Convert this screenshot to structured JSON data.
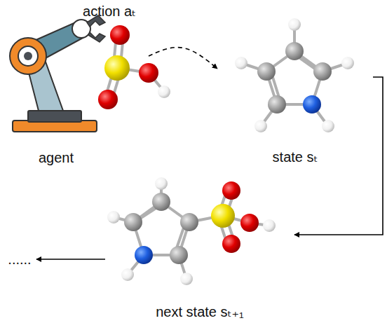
{
  "diagram": {
    "nodes": [
      {
        "text": [
          "action aₜ"
        ]
      },
      {
        "text": [
          "state sₜ"
        ]
      },
      {
        "text": [
          "next state sₜ₊₁"
        ]
      },
      {
        "text": [
          "......"
        ]
      }
    ],
    "edges": [
      {
        "from": 0,
        "to": 1,
        "arrow": "to"
      },
      {
        "from": 1,
        "to": 2,
        "arrow": "to"
      },
      {
        "from": 2,
        "to": 3,
        "arrow": "to"
      }
    ],
    "labels": [
      "agent"
    ]
  }
}
